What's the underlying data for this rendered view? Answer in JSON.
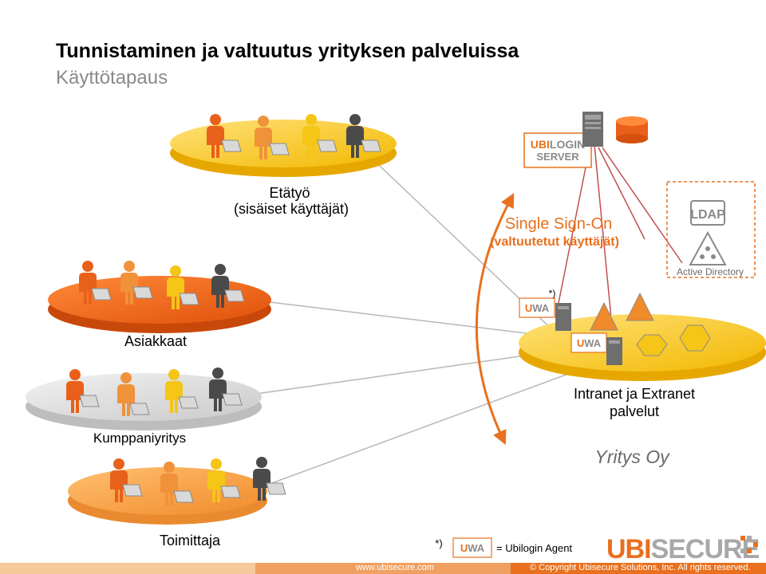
{
  "title": "Tunnistaminen ja valtuutus yrityksen palveluissa",
  "subtitle": "Käyttötapaus",
  "groups": {
    "etatyo_line1": "Etätyö",
    "etatyo_line2": "(sisäiset käyttäjät)",
    "asiakkaat": "Asiakkaat",
    "kumppani": "Kumppaniyritys",
    "toimittaja": "Toimittaja"
  },
  "sso": {
    "line1": "Single Sign-On",
    "line2": "(valtuutetut käyttäjät)"
  },
  "server": {
    "line1_a": "UBI",
    "line1_b": "LOGIN",
    "line2": "SERVER"
  },
  "ldap": {
    "label": "LDAP",
    "ad_label": "Active Directory"
  },
  "uwa": {
    "label_a": "U",
    "label_b": "WA",
    "note_mark": "*)"
  },
  "intranet": {
    "line1": "Intranet ja Extranet",
    "line2": "palvelut",
    "company": "Yritys Oy"
  },
  "legend": {
    "mark": "*)",
    "text": "= Ubilogin Agent"
  },
  "logo": {
    "part_a": "UBI",
    "part_b": "SECURE"
  },
  "footer": {
    "url": "www.ubisecure.com",
    "copyright": "© Copyright  Ubisecure Solutions, Inc.   All rights reserved."
  },
  "colors": {
    "orange": "#e8701e",
    "dark_orange": "#e65a10",
    "yellow": "#f5c518",
    "grey": "#d8d8d8",
    "footer_orange": "#f0a060"
  }
}
